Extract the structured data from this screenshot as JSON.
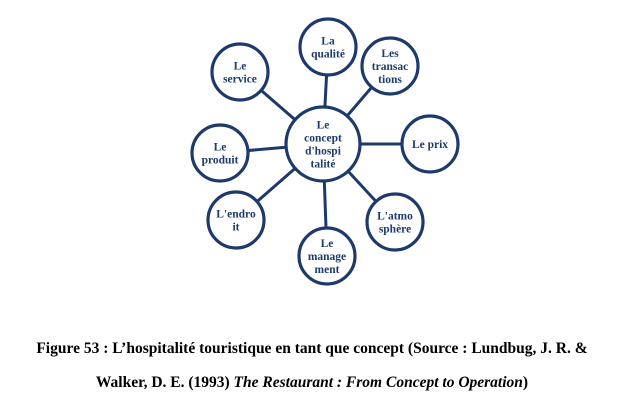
{
  "diagram": {
    "center": {
      "lines": [
        "Le",
        "concept",
        "d'hospi",
        "talité"
      ]
    },
    "nodes": [
      {
        "id": "la-qualite",
        "lines": [
          "La",
          "qualité"
        ]
      },
      {
        "id": "les-transactions",
        "lines": [
          "Les",
          "transac",
          "tions"
        ]
      },
      {
        "id": "le-prix",
        "lines": [
          "Le prix"
        ]
      },
      {
        "id": "l-atmosphere",
        "lines": [
          "L'atmo",
          "sphère"
        ]
      },
      {
        "id": "le-management",
        "lines": [
          "Le",
          "manage",
          "ment"
        ]
      },
      {
        "id": "l-endroit",
        "lines": [
          "L'endro",
          "it"
        ]
      },
      {
        "id": "le-produit",
        "lines": [
          "Le",
          "produit"
        ]
      },
      {
        "id": "le-service",
        "lines": [
          "Le",
          "service"
        ]
      }
    ]
  },
  "caption": {
    "line1": "Figure 53 : L’hospitalité touristique en tant que concept (Source : Lundbug, J. R. &",
    "line2_start": "Walker, D. E. (1993) ",
    "line2_italic": "The Restaurant : From Concept to Operation",
    "line2_end": ")"
  }
}
